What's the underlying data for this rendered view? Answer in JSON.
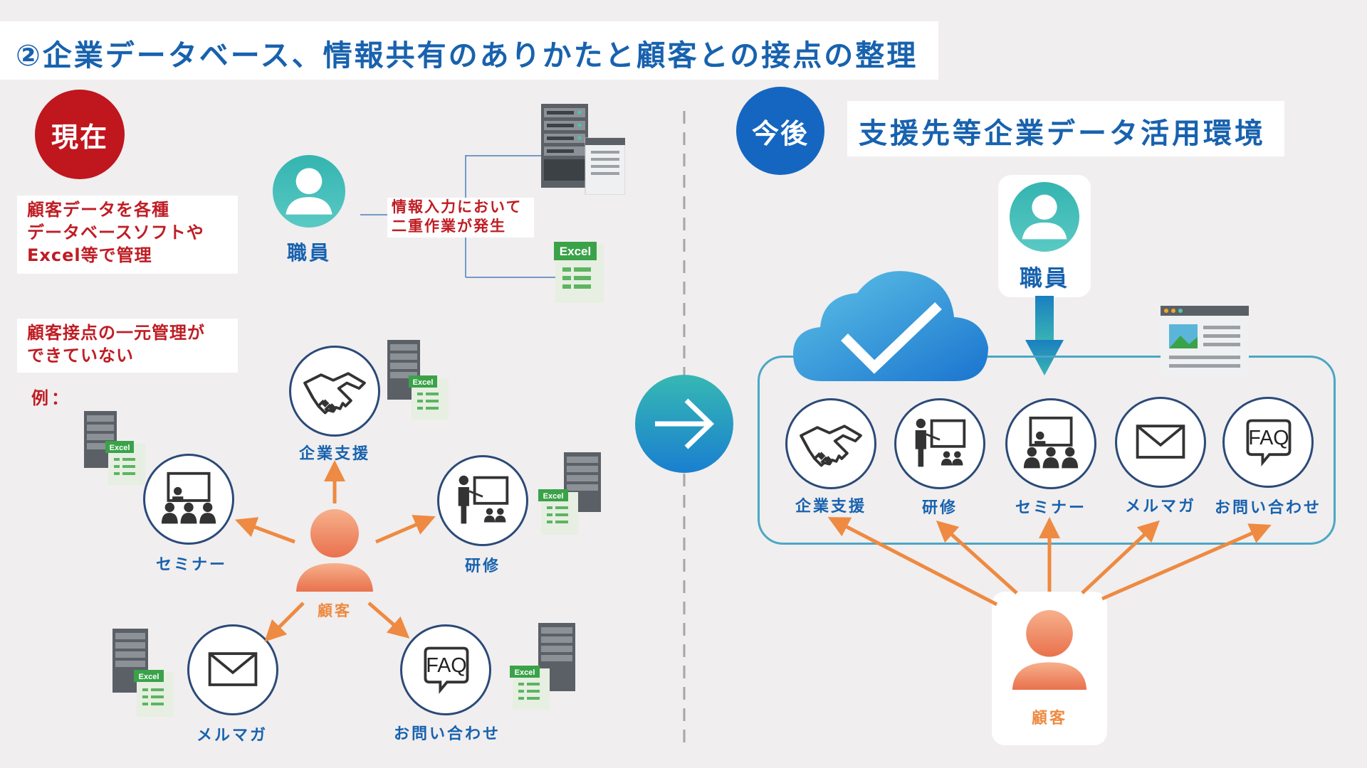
{
  "title": "②企業データベース、情報共有のありかたと顧客との接点の整理",
  "current": {
    "badge": "現在",
    "note1": [
      "顧客データを各種",
      "データベースソフトや",
      "Excel等で管理"
    ],
    "note2": [
      "顧客接点の一元管理が",
      "できていない"
    ],
    "example": "例：",
    "staff_label": "職員",
    "duplicate_note": [
      "情報入力において",
      "二重作業が発生"
    ],
    "excel_label": "Excel",
    "customer_label": "顧客",
    "touchpoints": {
      "support": "企業支援",
      "seminar": "セミナー",
      "training": "研修",
      "mail": "メルマガ",
      "faq": "お問い合わせ"
    },
    "faq_icon_text": "FAQ"
  },
  "future": {
    "badge": "今後",
    "title": "支援先等企業データ活用環境",
    "staff_label": "職員",
    "customer_label": "顧客",
    "touchpoints": [
      "企業支援",
      "研修",
      "セミナー",
      "メルマガ",
      "お問い合わせ"
    ],
    "faq_icon_text": "FAQ"
  },
  "colors": {
    "blue": "#1862ae",
    "red": "#bf1d24",
    "orange": "#ee8a41",
    "circle_border": "#2b4a78",
    "teal": "#36b3b5"
  },
  "icons": [
    "person-icon",
    "server-icon",
    "excel-sheet-icon",
    "handshake-icon",
    "seminar-icon",
    "training-icon",
    "mail-icon",
    "faq-icon",
    "cloud-check-icon",
    "browser-window-icon",
    "arrow-right-icon"
  ]
}
